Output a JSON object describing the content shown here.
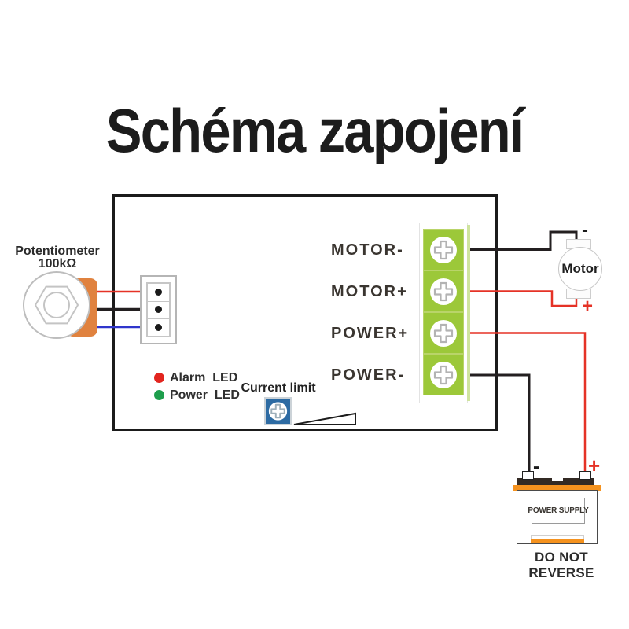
{
  "title": "Schéma zapojení",
  "potentiometer": {
    "name": "Potentiometer",
    "value": "100kΩ"
  },
  "leds": {
    "alarm": "Alarm  LED",
    "power": "Power  LED"
  },
  "current_limit": {
    "label": "Current limit"
  },
  "terminal_block": {
    "labels": [
      "MOTOR-",
      "MOTOR+",
      "POWER+",
      "POWER-"
    ]
  },
  "motor": {
    "label": "Motor",
    "minus": "-",
    "plus": "+"
  },
  "battery": {
    "label": "POWER SUPPLY",
    "warning": "DO NOT REVERSE",
    "minus": "-",
    "plus": "+"
  },
  "colors": {
    "wire_red": "#e53226",
    "wire_black": "#231f20",
    "wire_blue": "#2f35cc",
    "terminal_green": "#9cc839",
    "pot_orange": "#e0823f",
    "battery_orange": "#f5921e",
    "battery_cap": "#332a24",
    "led_red": "#e2251f",
    "led_green": "#1e9e4c",
    "trimmer_blue": "#2d6ba3"
  }
}
